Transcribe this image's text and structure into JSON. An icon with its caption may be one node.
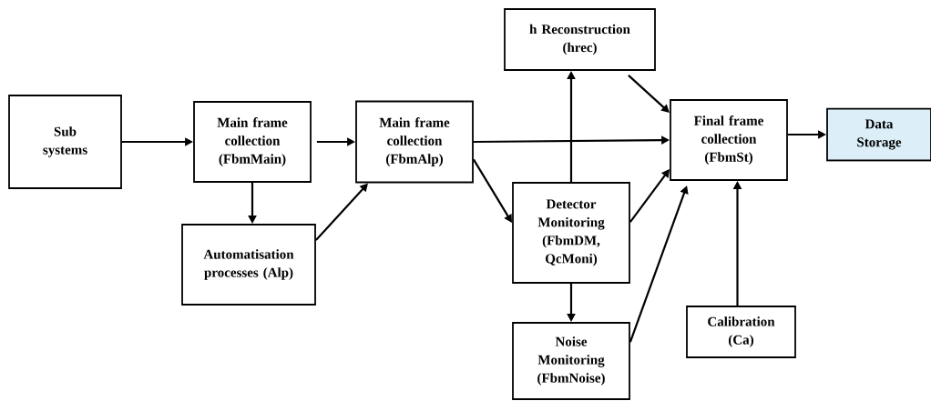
{
  "diagram": {
    "nodes": [
      {
        "text": [
          "Sub systems"
        ]
      },
      {
        "text": [
          "Main frame collection (FbmMain)"
        ]
      },
      {
        "text": [
          "Automatisation processes (Alp)"
        ]
      },
      {
        "text": [
          "Main frame collection (FbmAlp)"
        ]
      },
      {
        "text": [
          "h Reconstruction (hrec)"
        ]
      },
      {
        "text": [
          "Detector Monitoring (FbmDM, QcMoni)"
        ]
      },
      {
        "text": [
          "Noise Monitoring (FbmNoise)"
        ]
      },
      {
        "text": [
          "Final frame collection (FbmSt)"
        ]
      },
      {
        "text": [
          "Data Storage"
        ]
      },
      {
        "text": [
          "Calibration (Ca)"
        ]
      }
    ],
    "edges": [
      {
        "from": 0,
        "to": 1,
        "arrow": "to"
      },
      {
        "from": 1,
        "to": 3,
        "arrow": "to"
      },
      {
        "from": 1,
        "to": 2,
        "arrow": "to"
      },
      {
        "from": 2,
        "to": 3,
        "arrow": "to"
      },
      {
        "from": 3,
        "to": 7,
        "arrow": "to"
      },
      {
        "from": 3,
        "to": 5,
        "arrow": "to"
      },
      {
        "from": 5,
        "to": 4,
        "arrow": "to"
      },
      {
        "from": 4,
        "to": 7,
        "arrow": "to"
      },
      {
        "from": 5,
        "to": 7,
        "arrow": "to"
      },
      {
        "from": 5,
        "to": 6,
        "arrow": "to"
      },
      {
        "from": 6,
        "to": 7,
        "arrow": "to"
      },
      {
        "from": 9,
        "to": 7,
        "arrow": "to"
      },
      {
        "from": 7,
        "to": 8,
        "arrow": "to"
      }
    ]
  }
}
